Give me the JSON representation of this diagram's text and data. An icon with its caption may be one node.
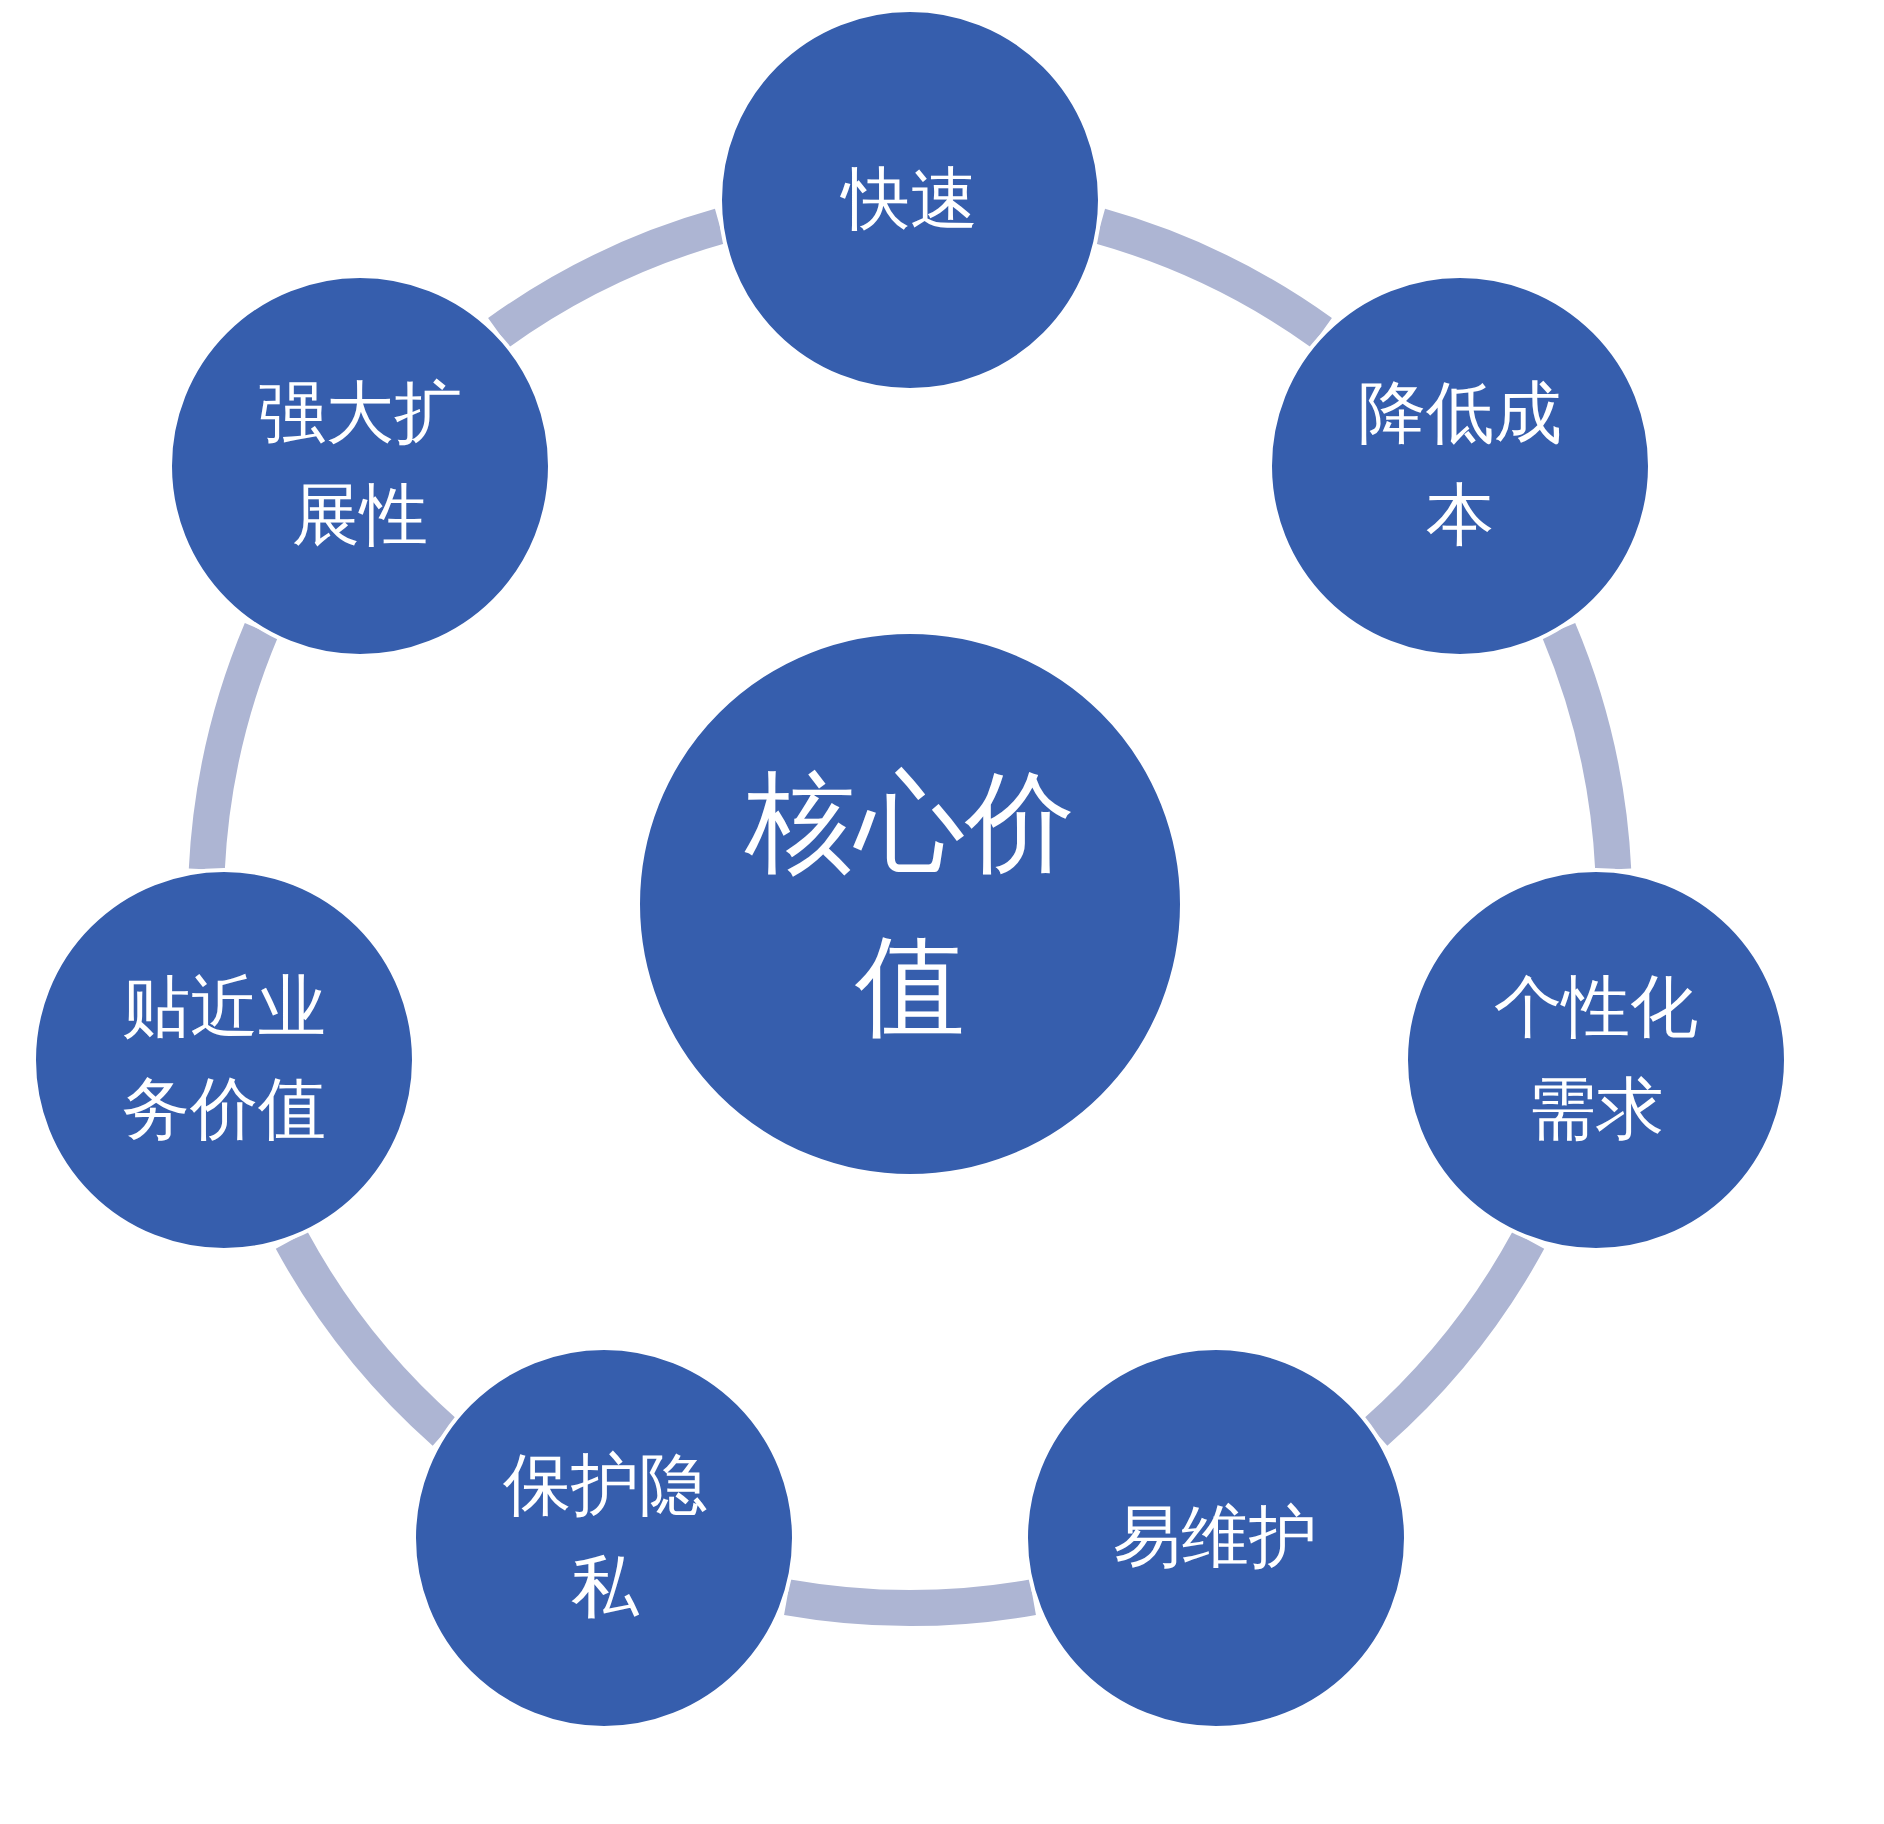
{
  "diagram": {
    "nodes": [
      {
        "text": [
          "核心价值"
        ]
      },
      {
        "text": [
          "快速"
        ]
      },
      {
        "text": [
          "降低成本"
        ]
      },
      {
        "text": [
          "个性化需求"
        ]
      },
      {
        "text": [
          "易维护"
        ]
      },
      {
        "text": [
          "保护隐私"
        ]
      },
      {
        "text": [
          "贴近业务价值"
        ]
      },
      {
        "text": [
          "强大扩展性"
        ]
      }
    ],
    "edges": [
      {
        "from": 1,
        "to": 2,
        "arrow": "none"
      },
      {
        "from": 2,
        "to": 3,
        "arrow": "none"
      },
      {
        "from": 3,
        "to": 4,
        "arrow": "none"
      },
      {
        "from": 4,
        "to": 5,
        "arrow": "none"
      },
      {
        "from": 5,
        "to": 6,
        "arrow": "none"
      },
      {
        "from": 6,
        "to": 7,
        "arrow": "none"
      },
      {
        "from": 7,
        "to": 1,
        "arrow": "none"
      }
    ]
  }
}
